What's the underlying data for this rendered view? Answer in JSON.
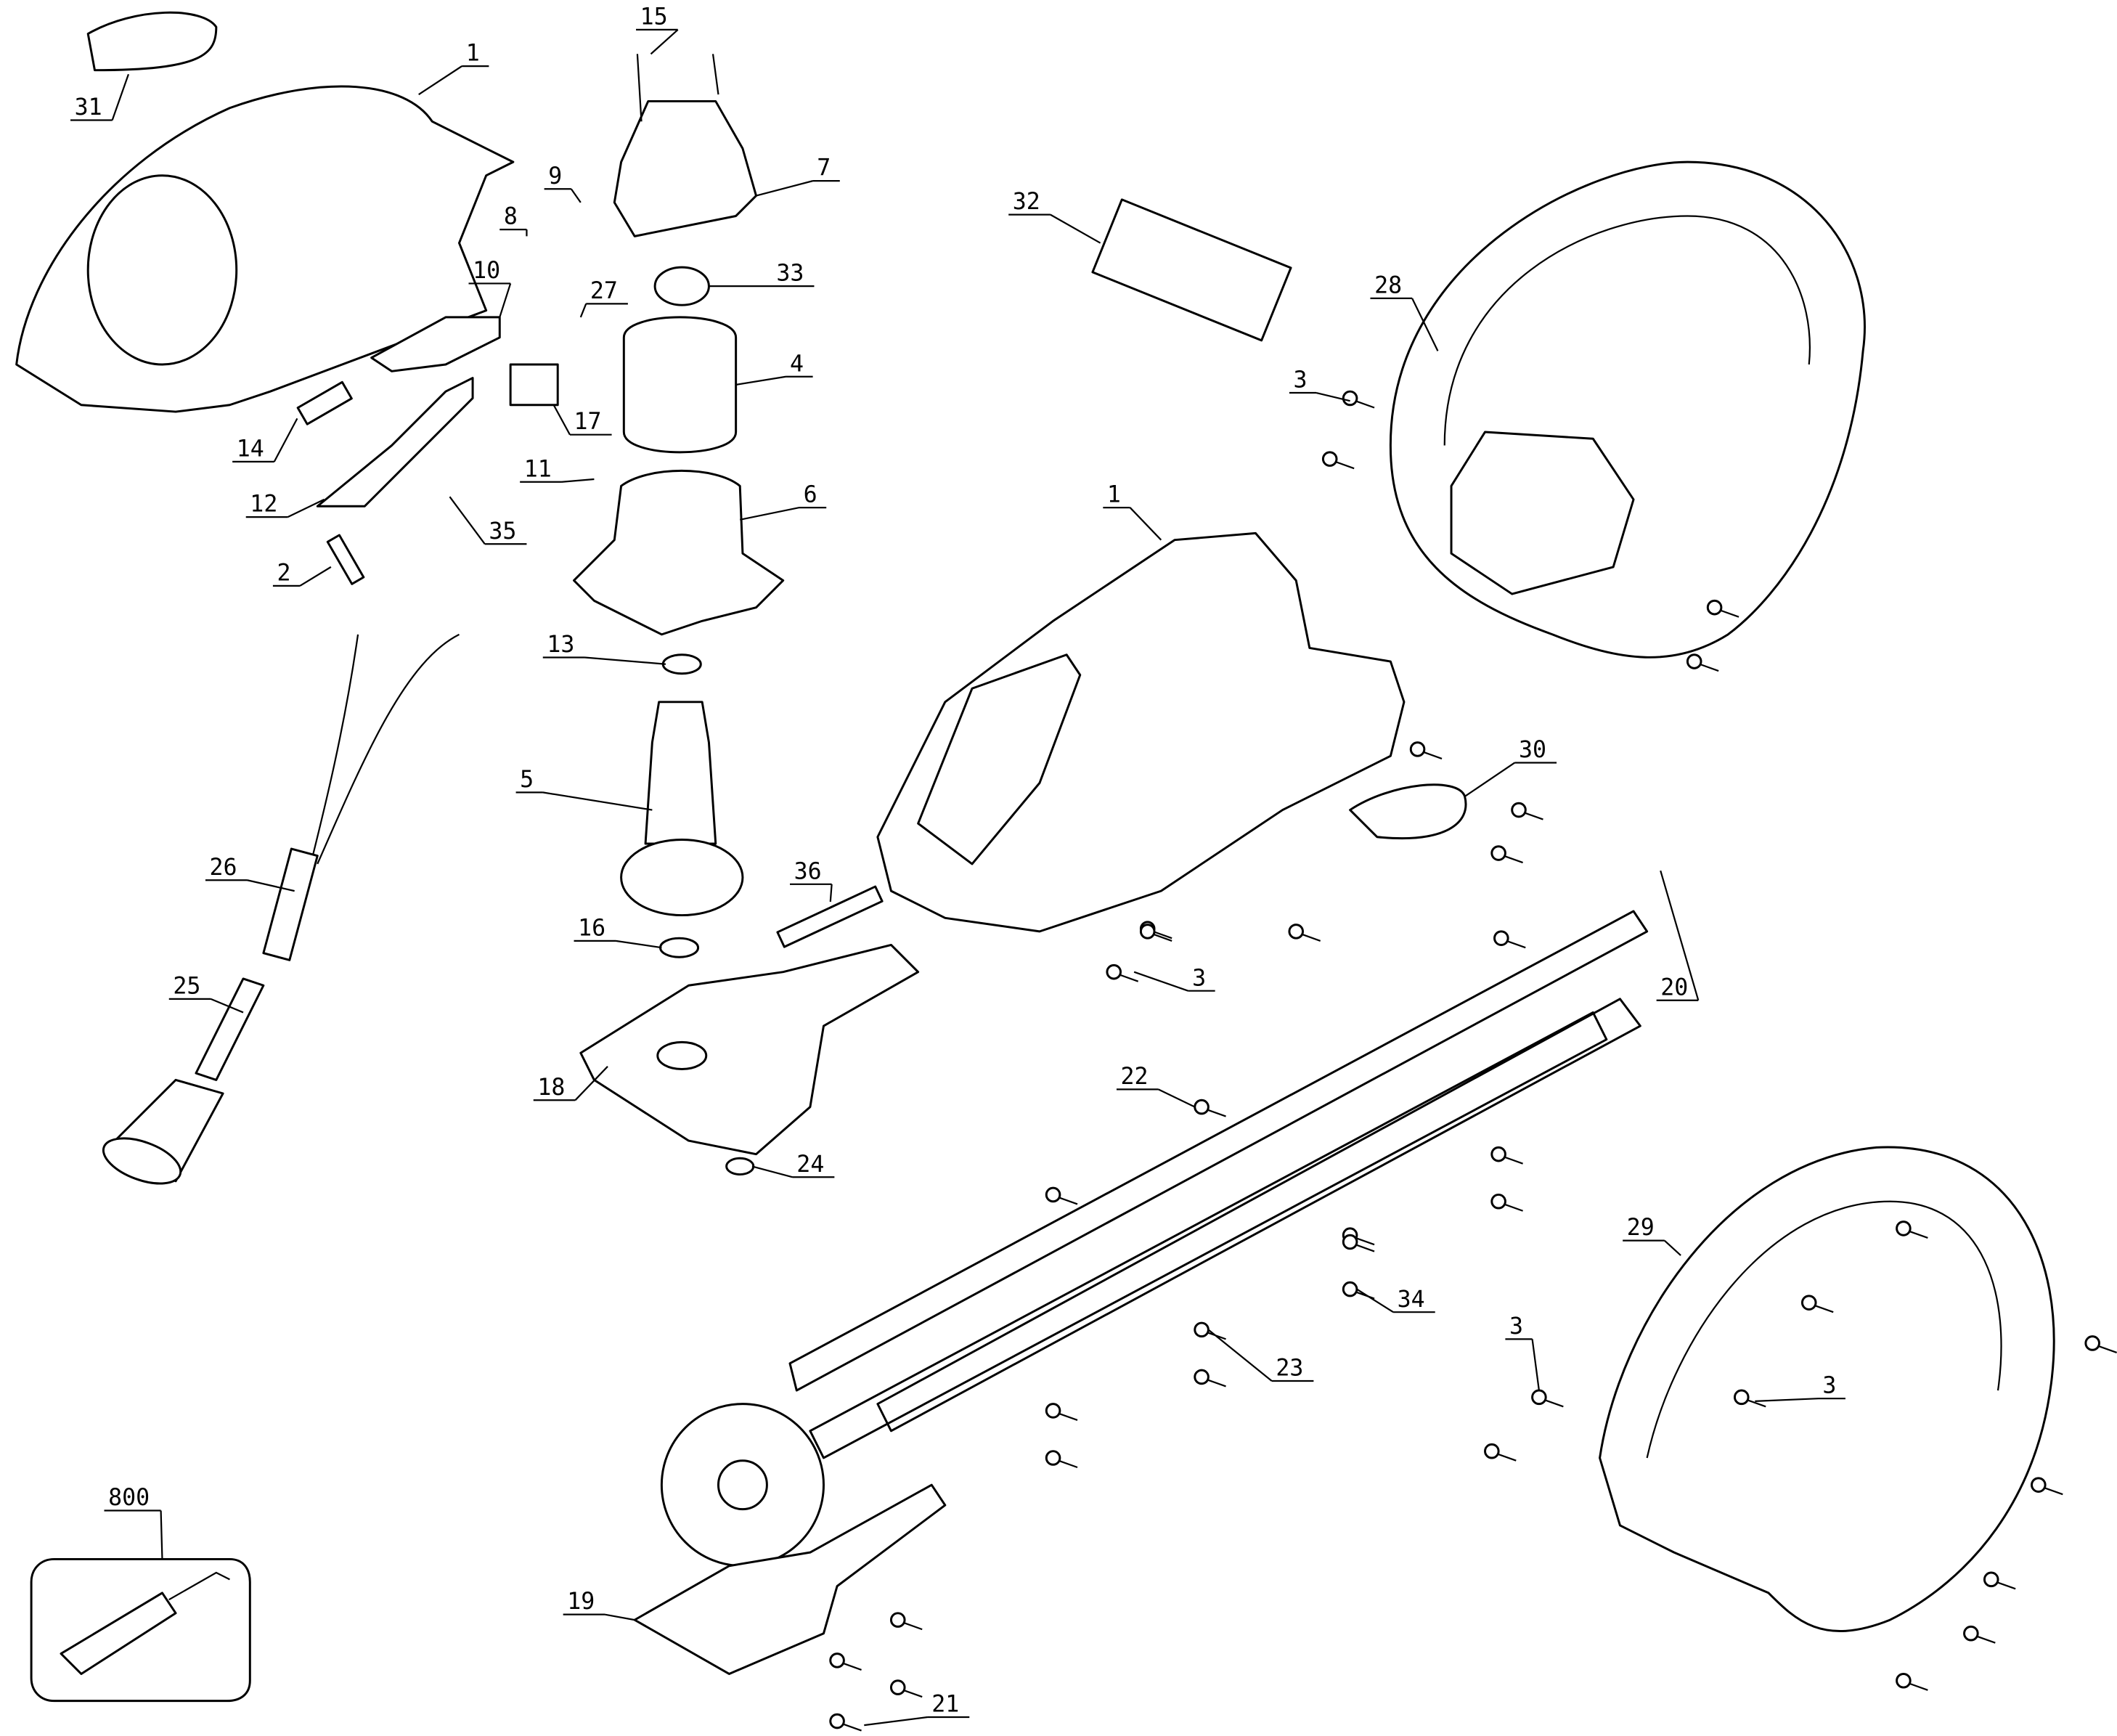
{
  "diagram": {
    "part_labels": [
      "31",
      "1",
      "15",
      "7",
      "9",
      "8",
      "32",
      "33",
      "28",
      "10",
      "27",
      "4",
      "3",
      "14",
      "17",
      "11",
      "6",
      "1",
      "12",
      "35",
      "2",
      "13",
      "5",
      "30",
      "26",
      "36",
      "16",
      "3",
      "20",
      "25",
      "22",
      "18",
      "24",
      "34",
      "29",
      "3",
      "23",
      "3",
      "800",
      "19",
      "21"
    ]
  }
}
